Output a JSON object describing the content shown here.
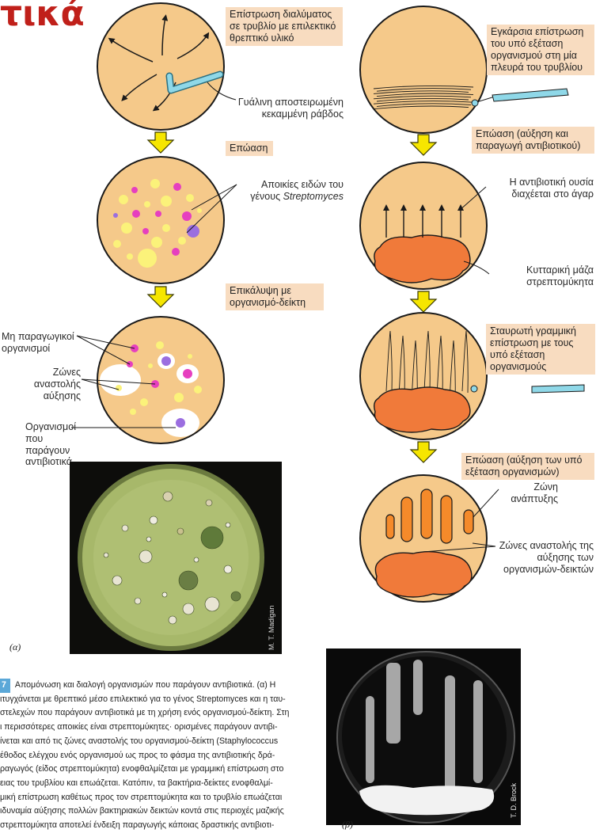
{
  "title": "τικά",
  "colors": {
    "dish": "#f5c98a",
    "growth": "#f07a3a",
    "streak": "#f58a2a",
    "arrow": "#f6e600",
    "rod": "#8fd8e8",
    "yellow_colony": "#fbf27a",
    "magenta_colony": "#e63fbf",
    "purple_colony": "#9b6ee0",
    "box": "#f8dcc0",
    "photo_agar": "#a7b86a"
  },
  "left": {
    "box1": "Επίστρωση διαλύματος σε τρυβλίο με επιλεκτικό θρεπτικό υλικό",
    "rod_label": "Γυάλινη αποστειρωμένη κεκαμμένη ράβδος",
    "box2": "Επώαση",
    "colonies_label_line1": "Αποικίες ειδών του",
    "colonies_label_line2_prefix": "γένους ",
    "colonies_label_genus": "Streptomyces",
    "box3": "Επικάλυψη με οργανισμό-δείκτη",
    "nonproducers": "Μη παραγωγικοί οργανισμοί",
    "zones": "Ζώνες αναστολής αύξησης",
    "producers": "Οργανισμοί που παράγουν αντιβιοτικά",
    "photo_credit": "M. T. Madigan",
    "panel_label": "(α)"
  },
  "right": {
    "box1": "Εγκάρσια επίστρωση του υπό εξέταση οργανισμού στη μία πλευρά του τρυβλίου",
    "box2": "Επώαση (αύξηση και παραγωγή αντιβιοτικού)",
    "diffuse": "Η αντιβιοτική ουσία διαχέεται στο άγαρ",
    "mass": "Κυτταρική μάζα στρεπτομύκητα",
    "box3": "Σταυρωτή γραμμική επίστρωση με τους υπό εξέταση οργανισμούς",
    "box4": "Επώαση (αύξηση των υπό εξέταση οργανισμών)",
    "growth_zone": "Ζώνη ανάπτυξης",
    "inhibition": "Ζώνες αναστολής της αύξησης των οργανισμών-δεικτών",
    "photo_credit": "T. D. Brock",
    "panel_label": "(β)"
  },
  "caption": {
    "fig_num": "7",
    "lines": [
      "Απομόνωση και διαλογή οργανισμών που παράγουν αντιβιοτικά. (α) Η",
      "ιτυγχάνεται με θρεπτικό μέσο επιλεκτικό για το γένος Streptomyces και η ταυ-",
      "στελεχών που παράγουν αντιβιοτικά με τη χρήση ενός οργανισμού-δείκτη. Στη",
      "ι περισσότερες αποικίες είναι στρεπτομύκητες· ορισμένες παράγουν αντιβι-",
      "ίνεται και από τις ζώνες αναστολής του οργανισμού-δείκτη (Staphylococcus",
      "έθοδος ελέγχου ενός οργανισμού ως προς το φάσμα της αντιβιοτικής δρά-",
      "ραγωγός (είδος στρεπτομύκητα) ενοφθαλμίζεται με γραμμική επίστρωση στο",
      "ειας του τρυβλίου και επωάζεται. Κατόπιν, τα βακτήρια-δείκτες ενοφθαλμί-",
      "μική επίστρωση καθέτως προς τον στρεπτομύκητα και το τρυβλίο επωάζεται",
      "ιδυναμία αύξησης πολλών βακτηριακών δεικτών κοντά στις περιοχές μαζικής",
      "στρεπτομύκητα αποτελεί ένδειξη παραγωγής κάποιας δραστικής αντιβιοτι-"
    ]
  }
}
